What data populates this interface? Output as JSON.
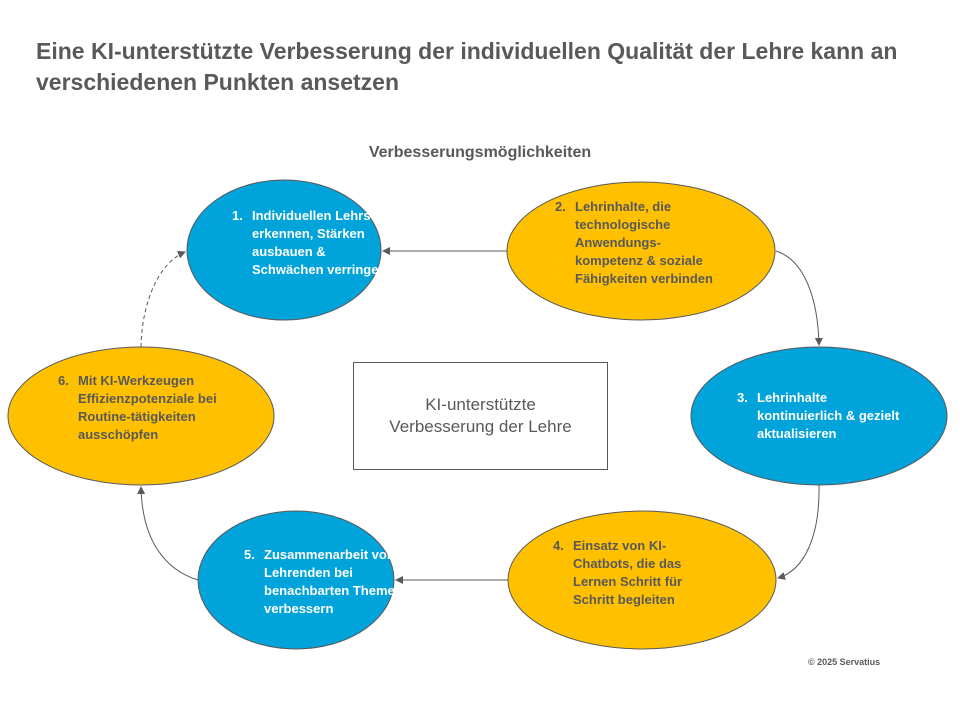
{
  "title": "Eine KI-unterstützte Verbesserung der individuellen Qualität der Lehre kann an verschiedenen Punkten ansetzen",
  "subtitle": "Verbesserungsmöglichkeiten",
  "center": "KI-unterstützte\nVerbesserung der Lehre",
  "colors": {
    "blue": "#00A3DA",
    "yellow": "#FFC000",
    "text": "#595959"
  },
  "steps": [
    {
      "num": "1.",
      "text": "Individuellen Lehrstil erkennen, Stärken ausbauen & Schwächen verringern"
    },
    {
      "num": "2.",
      "text": "Lehrinhalte, die technologische Anwendungs-kompetenz & soziale Fähigkeiten verbinden"
    },
    {
      "num": "3.",
      "text": "Lehrinhalte kontinuierlich & gezielt aktualisieren"
    },
    {
      "num": "4.",
      "text": "Einsatz von KI-Chatbots, die das Lernen Schritt für Schritt begleiten"
    },
    {
      "num": "5.",
      "text": "Zusammenarbeit von Lehrenden bei benachbarten Themen verbessern"
    },
    {
      "num": "6.",
      "text": "Mit KI-Werkzeugen Effizienzpotenziale bei Routine-tätigkeiten ausschöpfen"
    }
  ],
  "copyright": "© 2025 Servatius"
}
